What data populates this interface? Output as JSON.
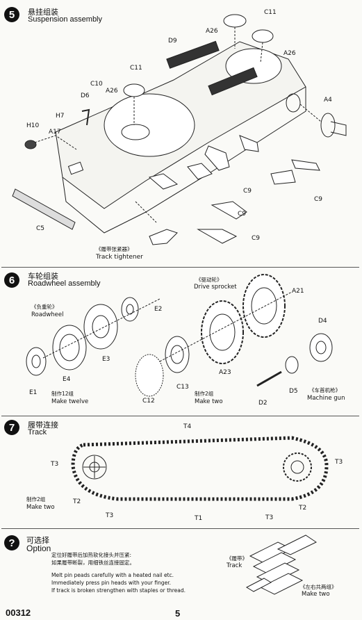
{
  "s5": {
    "number": "5",
    "title_cn": "悬挂组装",
    "title_en": "Suspension assembly",
    "labels": {
      "C11a": "C11",
      "C11b": "C11",
      "D9": "D9",
      "A26a": "A26",
      "A26b": "A26",
      "A26c": "A26",
      "C10": "C10",
      "D6": "D6",
      "H7": "H7",
      "H10": "H10",
      "A17": "A17",
      "A4": "A4",
      "C5": "C5",
      "C9a": "C9",
      "C9b": "C9",
      "C9c": "C9",
      "C9d": "C9"
    },
    "tightener_cn": "《履带张紧器》",
    "tightener_en": "Track tightener"
  },
  "s6": {
    "number": "6",
    "title_cn": "车轮组装",
    "title_en": "Roadwheel assembly",
    "roadwheel_cn": "《负重轮》",
    "roadwheel_en": "Roadwheel",
    "sprocket_cn": "《驱动轮》",
    "sprocket_en": "Drive sprocket",
    "mg_cn": "《车首机枪》",
    "mg_en": "Machine gun",
    "make12_cn": "制作12组",
    "make12_en": "Make twelve",
    "make2_cn": "制作2组",
    "make2_en": "Make two",
    "labels": {
      "E2": "E2",
      "E3": "E3",
      "E4": "E4",
      "E1": "E1",
      "A21": "A21",
      "A23": "A23",
      "C13": "C13",
      "C12": "C12",
      "D4": "D4",
      "D5": "D5",
      "D2": "D2"
    }
  },
  "s7": {
    "number": "7",
    "title_cn": "履带连接",
    "title_en": "Track",
    "make2_cn": "制作2组",
    "make2_en": "Make two",
    "labels": {
      "T4": "T4",
      "T3a": "T3",
      "T3b": "T3",
      "T3c": "T3",
      "T3d": "T3",
      "T2a": "T2",
      "T2b": "T2",
      "T1": "T1"
    }
  },
  "opt": {
    "icon": "?",
    "title_cn": "可选择",
    "title_en": "Option",
    "line_cn1": "定位好履带后加热软化接头并压紧:",
    "line_cn2": "如果履带断裂，用细铁丝连接固定。",
    "line_en1": "Melt pin peads carefully with a heated nail etc.",
    "line_en2": "Immediately press pin heads with your finger.",
    "line_en3": "If track is broken strengthen with staples or thread.",
    "track_cn": "《履带》",
    "track_en": "Track",
    "sides_cn": "《左右共两组》",
    "sides_en": "Make two"
  },
  "footer": {
    "code": "00312",
    "page": "5"
  }
}
